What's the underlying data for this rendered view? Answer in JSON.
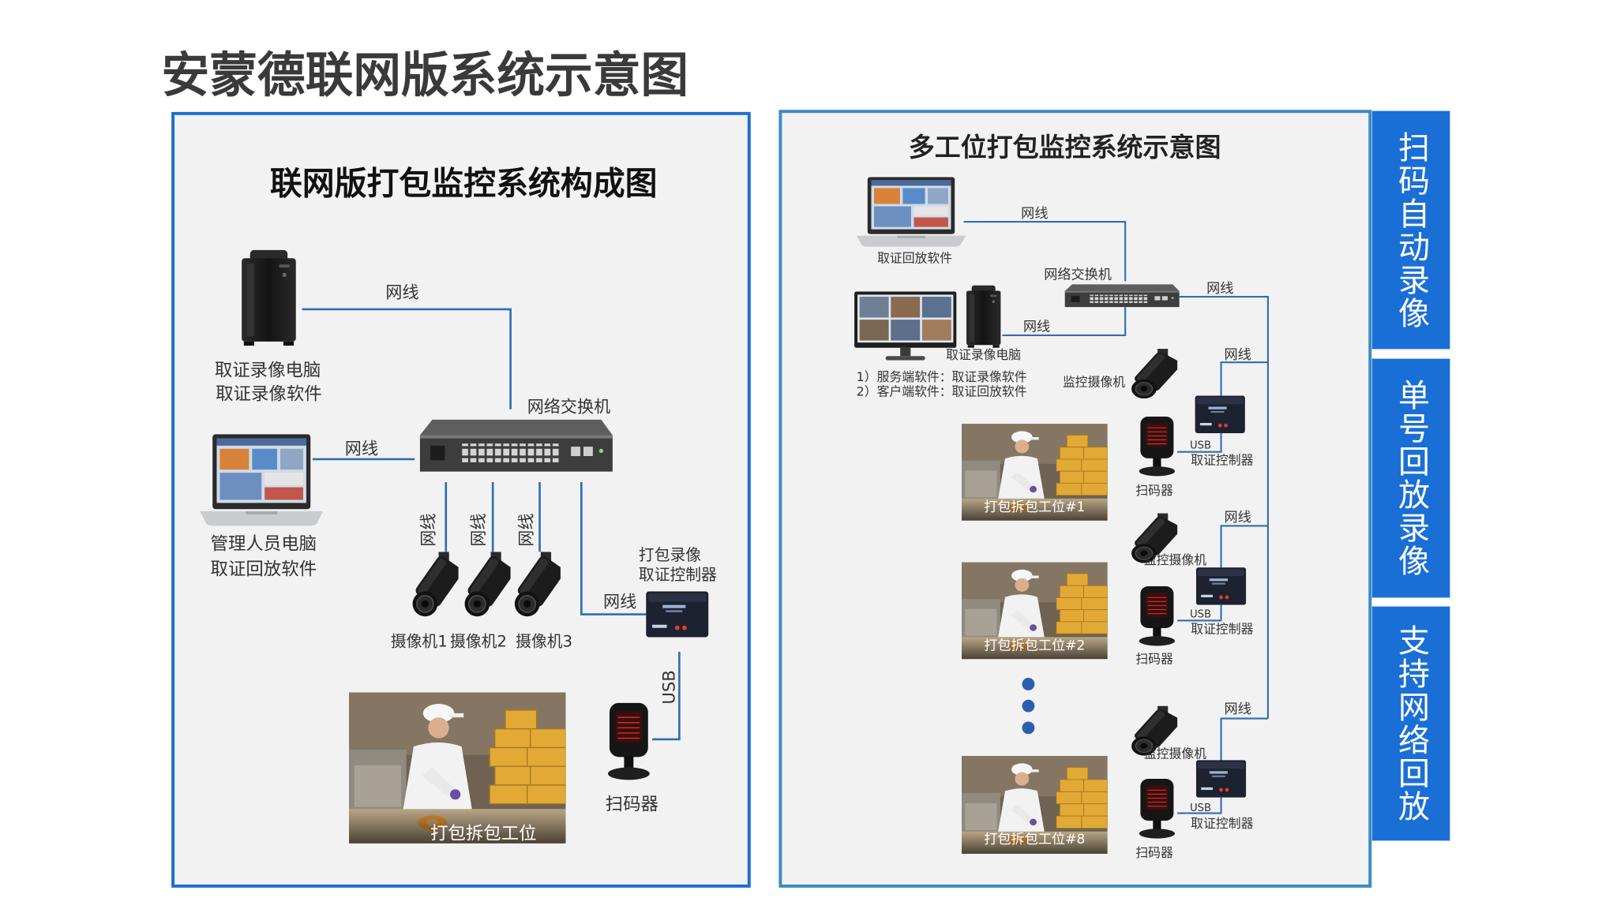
{
  "page": {
    "title": "安蒙德联网版系统示意图"
  },
  "left_panel": {
    "heading": "联网版打包监控系统构成图",
    "cable_label": "网线",
    "recording_pc": {
      "line1": "取证录像电脑",
      "line2": "取证录像软件"
    },
    "manager_pc": {
      "line1": "管理人员电脑",
      "line2": "取证回放软件"
    },
    "switch_label": "网络交换机",
    "cameras": [
      "摄像机1",
      "摄像机2",
      "摄像机3"
    ],
    "controller": {
      "line1": "打包录像",
      "line2": "取证控制器"
    },
    "usb_label": "USB",
    "scanner_label": "扫码器",
    "workstation_caption": "打包拆包工位"
  },
  "right_panel": {
    "heading": "多工位打包监控系统示意图",
    "cable_label": "网线",
    "playback_laptop_label": "取证回放软件",
    "switch_label": "网络交换机",
    "recording_pc_label": "取证录像电脑",
    "software_notes": [
      "1）服务端软件：取证录像软件",
      "2）客户端软件：取证回放软件"
    ],
    "stations": [
      {
        "camera_label": "监控摄像机",
        "usb_label": "USB",
        "controller_label": "取证控制器",
        "scanner_label": "扫码器",
        "caption": "打包拆包工位#1"
      },
      {
        "camera_label": "监控摄像机",
        "usb_label": "USB",
        "controller_label": "取证控制器",
        "scanner_label": "扫码器",
        "caption": "打包拆包工位#2"
      },
      {
        "camera_label": "监控摄像机",
        "usb_label": "USB",
        "controller_label": "取证控制器",
        "scanner_label": "扫码器",
        "caption": "打包拆包工位#8"
      }
    ]
  },
  "feature_tabs": [
    "扫码自动录像",
    "单号回放录像",
    "支持网络回放"
  ],
  "icons": [
    "tower-pc-icon",
    "laptop-icon",
    "network-switch-icon",
    "camera-icon",
    "controller-icon",
    "barcode-scanner-icon",
    "monitor-icon",
    "ellipsis-dots-icon"
  ],
  "colors": {
    "left_panel_border": "#1e6fd0",
    "right_panel_border": "#3b8bc2",
    "tab_background": "#1a6fd6",
    "cable": "#2f6db5"
  }
}
